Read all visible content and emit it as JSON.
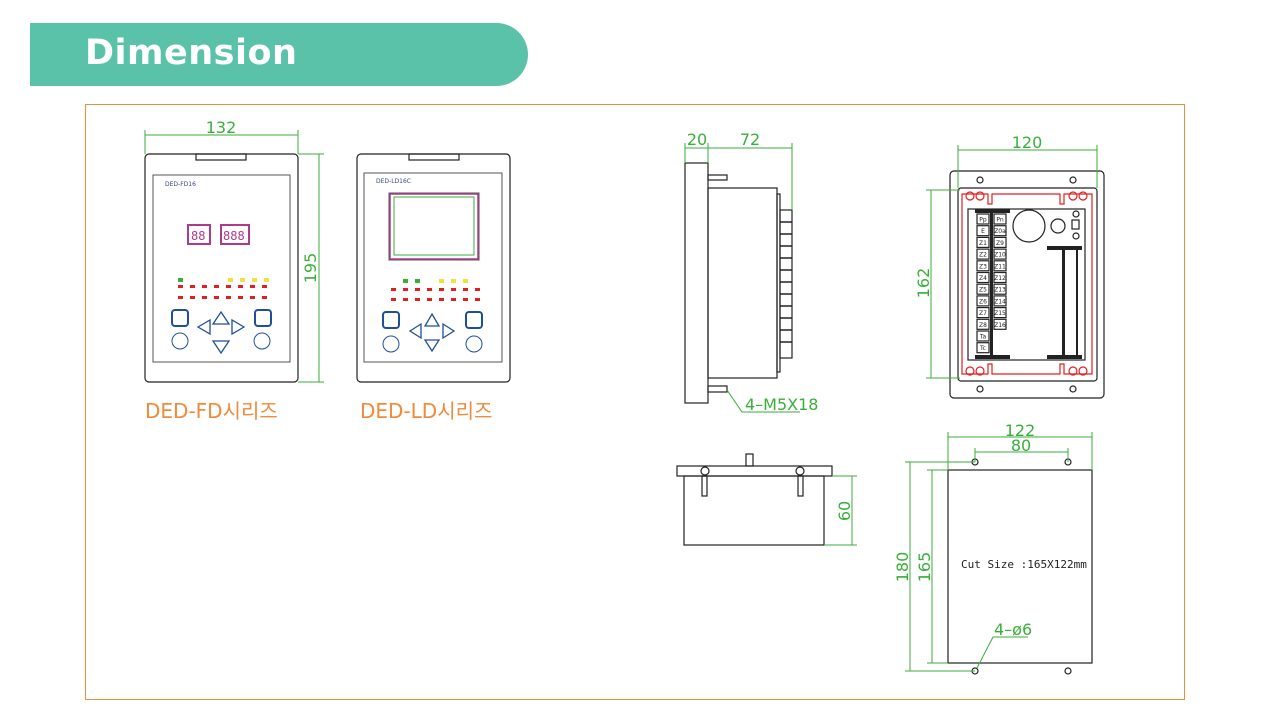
{
  "header": {
    "title": "Dimension"
  },
  "colors": {
    "banner": "#5bc2aa",
    "frame": "#f08a3c",
    "dimension": "#3aae3a",
    "outline": "#222222",
    "terminal_border": "#e02020"
  },
  "front_views": [
    {
      "series_label": "DED-FD시리즈",
      "model": "DED-FD16",
      "width_dim": "132",
      "height_dim": "195"
    },
    {
      "series_label": "DED-LD시리즈",
      "model": "DED-LD16C"
    }
  ],
  "side_view": {
    "panel_depth_dim": "20",
    "body_depth_dim": "72",
    "screw_note": "4–M5X18"
  },
  "bottom_view": {
    "height_dim": "60"
  },
  "rear_view": {
    "width_dim": "120",
    "height_dim": "162",
    "terminals_left": [
      "Pp",
      "E",
      "Z1",
      "Z2",
      "Z3",
      "Z4",
      "Z5",
      "Z6",
      "Z7",
      "Z8",
      "Ta",
      "Tc"
    ],
    "terminals_right": [
      "Pn",
      "Z0a",
      "Z9",
      "Z10",
      "Z11",
      "Z12",
      "Z13",
      "Z14",
      "Z15",
      "Z16"
    ]
  },
  "cutout": {
    "outer_width_dim": "122",
    "hole_spacing_dim": "80",
    "outer_height_dim": "180",
    "cut_height_dim": "165",
    "cut_size_note": "Cut Size :165X122mm",
    "hole_note": "4–ø6"
  }
}
